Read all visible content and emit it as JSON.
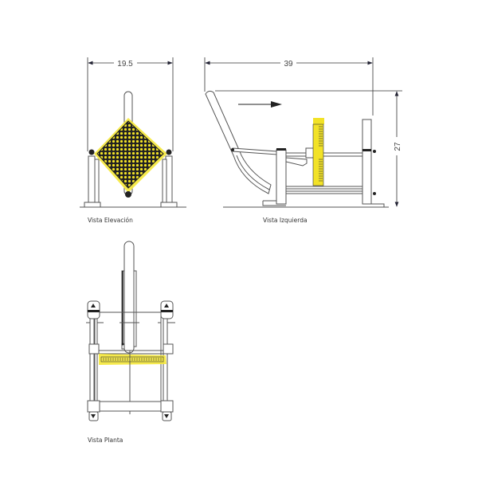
{
  "drawing": {
    "views": [
      {
        "id": "elevation",
        "label": "Vista Elevación"
      },
      {
        "id": "left",
        "label": "Vista Izquierda"
      },
      {
        "id": "plan",
        "label": "Vista Planta"
      }
    ],
    "dimensions": {
      "elevation_width": "19.5",
      "side_length": "39",
      "side_height": "27"
    },
    "colors": {
      "line": "#555555",
      "highlight": "#f2e227",
      "dimension": "#333333"
    },
    "annotations": {
      "direction_arrow": "arrow-right"
    }
  }
}
